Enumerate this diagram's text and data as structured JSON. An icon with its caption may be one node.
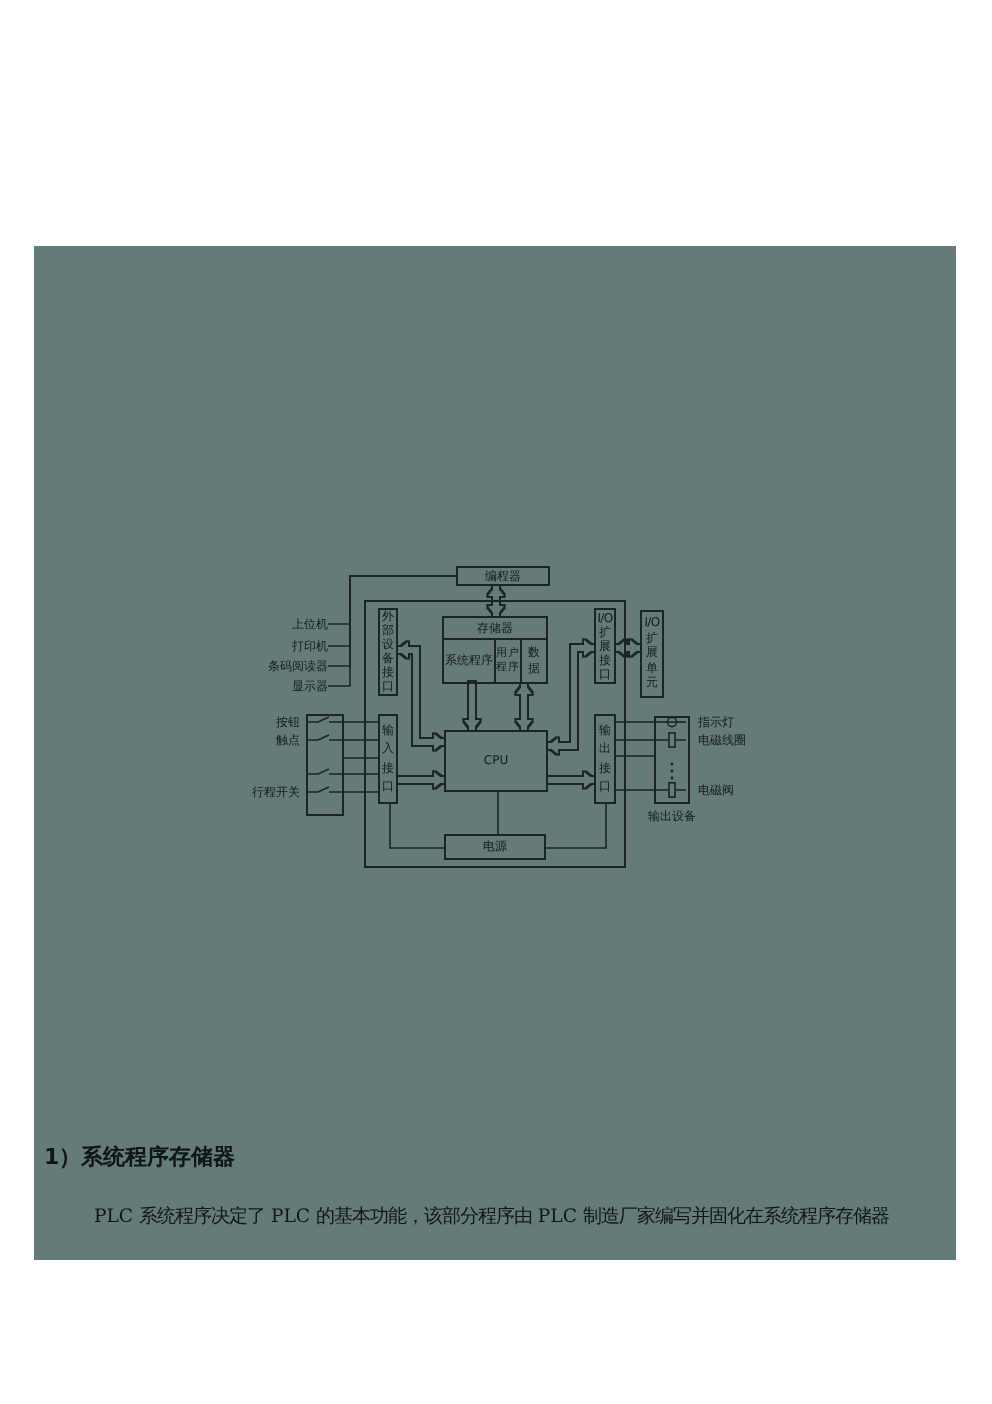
{
  "diagram": {
    "nodes": [
      {
        "text": [
          "编程器"
        ]
      },
      {
        "text": [],
        "shape": "box"
      },
      {
        "text": [
          "存储器"
        ],
        "in": 1
      },
      {
        "text": [
          "系统程序"
        ],
        "in": 2
      },
      {
        "text": [
          "用户程序"
        ],
        "in": 2
      },
      {
        "text": [
          "数据"
        ],
        "in": 2
      },
      {
        "text": [
          "外部设备接口"
        ],
        "in": 1
      },
      {
        "text": [
          "I/O扩展接口"
        ],
        "in": 1
      },
      {
        "text": [
          "I/O扩展单元"
        ]
      },
      {
        "text": [
          "上位机"
        ]
      },
      {
        "text": [
          "打印机"
        ]
      },
      {
        "text": [
          "条码阅读器"
        ]
      },
      {
        "text": [
          "显示器"
        ]
      },
      {
        "text": [
          "CPU"
        ],
        "in": 1
      },
      {
        "text": [
          "输入接口"
        ],
        "in": 1
      },
      {
        "text": [
          "输出接口"
        ],
        "in": 1
      },
      {
        "text": [
          "电源"
        ],
        "in": 1
      },
      {
        "text": [],
        "shape": "box"
      },
      {
        "text": [],
        "shape": "switch",
        "in": 17,
        "beside": [
          "按钮"
        ]
      },
      {
        "text": [],
        "shape": "switch",
        "in": 17,
        "beside": [
          "触点"
        ]
      },
      {
        "text": [],
        "shape": "switch",
        "in": 17
      },
      {
        "text": [],
        "shape": "switch",
        "in": 17,
        "beside": [
          "行程开关"
        ]
      },
      {
        "text": [
          "输出设备"
        ]
      },
      {
        "text": [],
        "shape": "lamp",
        "in": 22,
        "beside": [
          "指示灯"
        ]
      },
      {
        "text": [],
        "shape": "coil",
        "in": 22,
        "beside": [
          "电磁线圈"
        ]
      },
      {
        "text": [],
        "shape": "coil",
        "in": 22,
        "beside": [
          "电磁阀"
        ]
      }
    ],
    "edges": [
      {
        "from": 0,
        "to": 2,
        "arrow": "both",
        "style": "thick"
      },
      {
        "from": 9,
        "to": 0,
        "arrow": "none"
      },
      {
        "from": 10,
        "to": 0,
        "arrow": "none"
      },
      {
        "from": 11,
        "to": 0,
        "arrow": "none"
      },
      {
        "from": 12,
        "to": 0,
        "arrow": "none"
      },
      {
        "from": 6,
        "to": 13,
        "arrow": "both",
        "style": "thick"
      },
      {
        "from": 3,
        "to": 13,
        "arrow": "to",
        "style": "thick"
      },
      {
        "from": 2,
        "to": 13,
        "arrow": "both",
        "style": "thick"
      },
      {
        "from": 13,
        "to": 7,
        "arrow": "both",
        "style": "thick"
      },
      {
        "from": 7,
        "to": 8,
        "arrow": "both",
        "style": "thick"
      },
      {
        "from": 14,
        "to": 13,
        "arrow": "to",
        "style": "thick"
      },
      {
        "from": 13,
        "to": 15,
        "arrow": "to",
        "style": "thick"
      },
      {
        "from": 16,
        "to": 13,
        "arrow": "none"
      },
      {
        "from": 16,
        "to": 14,
        "arrow": "none"
      },
      {
        "from": 16,
        "to": 15,
        "arrow": "none"
      },
      {
        "from": 18,
        "to": 14,
        "arrow": "none"
      },
      {
        "from": 19,
        "to": 14,
        "arrow": "none"
      },
      {
        "from": 17,
        "to": 14,
        "arrow": "none"
      },
      {
        "from": 20,
        "to": 14,
        "arrow": "none"
      },
      {
        "from": 21,
        "to": 14,
        "arrow": "none"
      },
      {
        "from": 15,
        "to": 23,
        "arrow": "none"
      },
      {
        "from": 15,
        "to": 24,
        "arrow": "none"
      },
      {
        "from": 15,
        "to": 22,
        "arrow": "none"
      },
      {
        "from": 15,
        "to": 25,
        "arrow": "none"
      }
    ],
    "labels": [
      "1）系统程序存储器",
      "PLC 系统程序决定了 PLC 的基本功能，该部分程序由 PLC 制造厂家编写并固化在系统程序存储器"
    ]
  }
}
